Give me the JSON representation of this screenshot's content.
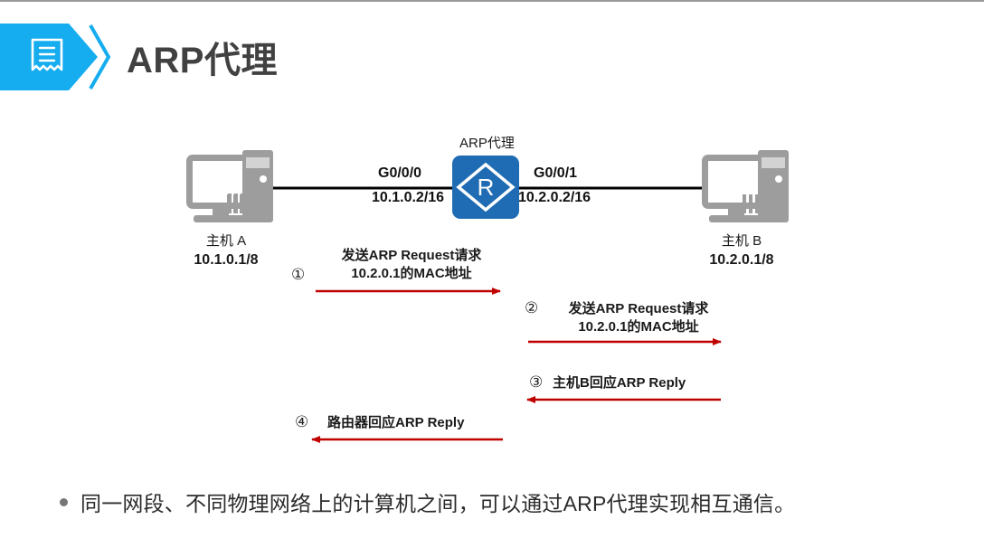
{
  "header": {
    "title": "ARP代理",
    "icon": "document-receipt-icon",
    "band_color": "#15ADEF",
    "title_color": "#414141"
  },
  "diagram": {
    "router": {
      "caption": "ARP代理",
      "glyph": "R",
      "color": "#1F6CB4"
    },
    "hosts": [
      {
        "name": "主机 A",
        "ip": "10.1.0.1/8"
      },
      {
        "name": "主机 B",
        "ip": "10.2.0.1/8"
      }
    ],
    "interfaces": [
      {
        "name": "G0/0/0",
        "ip": "10.1.0.2/16"
      },
      {
        "name": "G0/0/1",
        "ip": "10.2.0.2/16"
      }
    ],
    "link_color": "#000000",
    "arrow_color": "#C00000",
    "steps": [
      {
        "number": "①",
        "line1": "发送ARP Request请求",
        "line2": "10.2.0.1的MAC地址",
        "direction": "right"
      },
      {
        "number": "②",
        "line1": "发送ARP Request请求",
        "line2": "10.2.0.1的MAC地址",
        "direction": "right"
      },
      {
        "number": "③",
        "line1": "主机B回应ARP Reply",
        "line2": "",
        "direction": "left"
      },
      {
        "number": "④",
        "line1": "路由器回应ARP Reply",
        "line2": "",
        "direction": "left"
      }
    ]
  },
  "bullet": {
    "text": "同一网段、不同物理网络上的计算机之间，可以通过ARP代理实现相互通信。"
  }
}
